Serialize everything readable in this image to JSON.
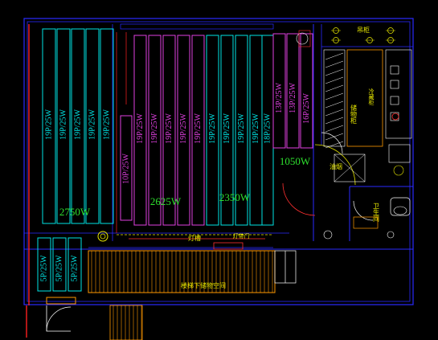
{
  "plan": {
    "background": "#000000",
    "colors": {
      "wall": "#2a2aff",
      "wall_red": "#ff2020",
      "rack_cyan": "#00e5e5",
      "rack_magenta": "#e040e0",
      "green_text": "#2ee02e",
      "yellow": "#e8e800",
      "orange": "#ff9900",
      "white": "#ffffff",
      "detail_red": "#ff3030"
    },
    "zone_labels": {
      "left": "2750W",
      "middle": "2625W",
      "right_mid": "2350W",
      "right": "1050W"
    },
    "room_labels": {
      "top_right": "吊柜",
      "cabinet": "储物柜",
      "cabinet_sub": "冷藏柜",
      "hood": "油烟",
      "toilet": "卫生间",
      "lights": "灯槽",
      "light_note": "灯带门",
      "stair": "楼梯下储物空间"
    },
    "rack_labels": {
      "p19": "19P/25W",
      "p18": "18P/25W",
      "p16": "16P/25W",
      "p13": "13P/25W",
      "p10": "10P/25W",
      "p5": "5P/25W"
    }
  }
}
